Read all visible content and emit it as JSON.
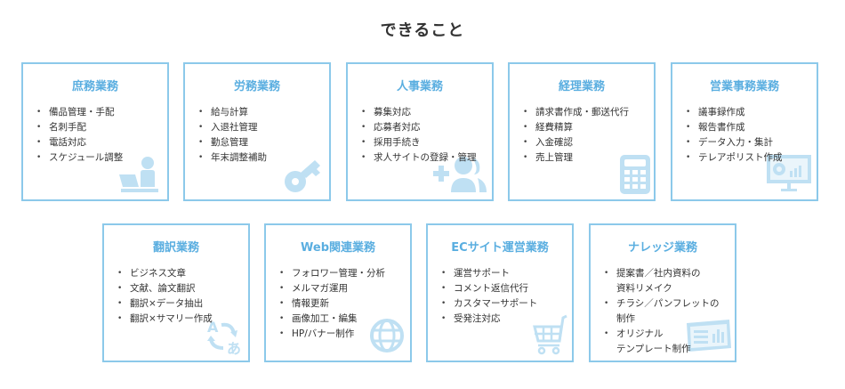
{
  "page": {
    "title": "できること"
  },
  "colors": {
    "accent": "#5aaee0",
    "border": "#8cc9ea",
    "icon": "#bfe0f3",
    "text": "#333333"
  },
  "cards": [
    {
      "title": "庶務業務",
      "icon": "person-at-laptop-icon",
      "items": [
        "備品管理・手配",
        "名刺手配",
        "電話対応",
        "スケジュール調整"
      ]
    },
    {
      "title": "労務業務",
      "icon": "key-icon",
      "items": [
        "給与計算",
        "入退社管理",
        "勤怠管理",
        "年末調整補助"
      ]
    },
    {
      "title": "人事業務",
      "icon": "add-user-icon",
      "items": [
        "募集対応",
        "応募者対応",
        "採用手続き",
        "求人サイトの登録・管理"
      ]
    },
    {
      "title": "経理業務",
      "icon": "calculator-icon",
      "items": [
        "請求書作成・郵送代行",
        "経費精算",
        "入金確認",
        "売上管理"
      ]
    },
    {
      "title": "営業事務業務",
      "icon": "monitor-chart-icon",
      "items": [
        "議事録作成",
        "報告書作成",
        "データ入力・集計",
        "テレアポリスト作成"
      ]
    },
    {
      "title": "翻訳業務",
      "icon": "translate-icon",
      "items": [
        "ビジネス文章",
        "文献、論文翻訳",
        "翻訳×データ抽出",
        "翻訳×サマリー作成"
      ]
    },
    {
      "title": "Web関連業務",
      "icon": "globe-icon",
      "items": [
        "フォロワー管理・分析",
        "メルマガ運用",
        "情報更新",
        "画像加工・編集",
        "HP/バナー制作"
      ]
    },
    {
      "title": "ECサイト運営業務",
      "icon": "shopping-cart-icon",
      "items": [
        "運営サポート",
        "コメント返信代行",
        "カスタマーサポート",
        "受発注対応"
      ]
    },
    {
      "title": "ナレッジ業務",
      "icon": "document-chart-icon",
      "items": [
        "提案書／社内資料の\n資料リメイク",
        "チラシ／パンフレットの\n制作",
        "オリジナル\nテンプレート制作"
      ]
    }
  ]
}
